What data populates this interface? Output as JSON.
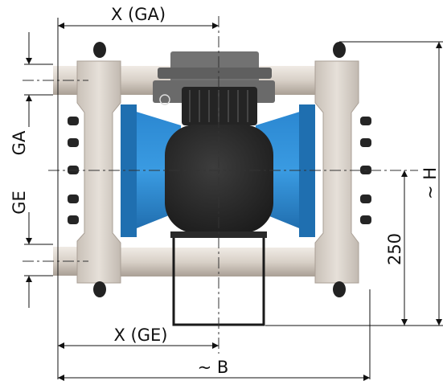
{
  "dimensions": {
    "x_ga": "X (GA)",
    "x_ge": "X (GE)",
    "ga": "GA",
    "ge": "GE",
    "width": "~ B",
    "height": "~ H",
    "h250": "250"
  },
  "colors": {
    "frame": "#ddd6cf",
    "frame_dark": "#bfb7ae",
    "pipe": "#d9d2ca",
    "pump_body": "#2f8fd6",
    "pump_body_dark": "#1f6fb0",
    "motor": "#2f2f2f",
    "gearbox": "#6b6b6b",
    "bolt": "#1f1f1f",
    "dim_line": "#111111"
  }
}
